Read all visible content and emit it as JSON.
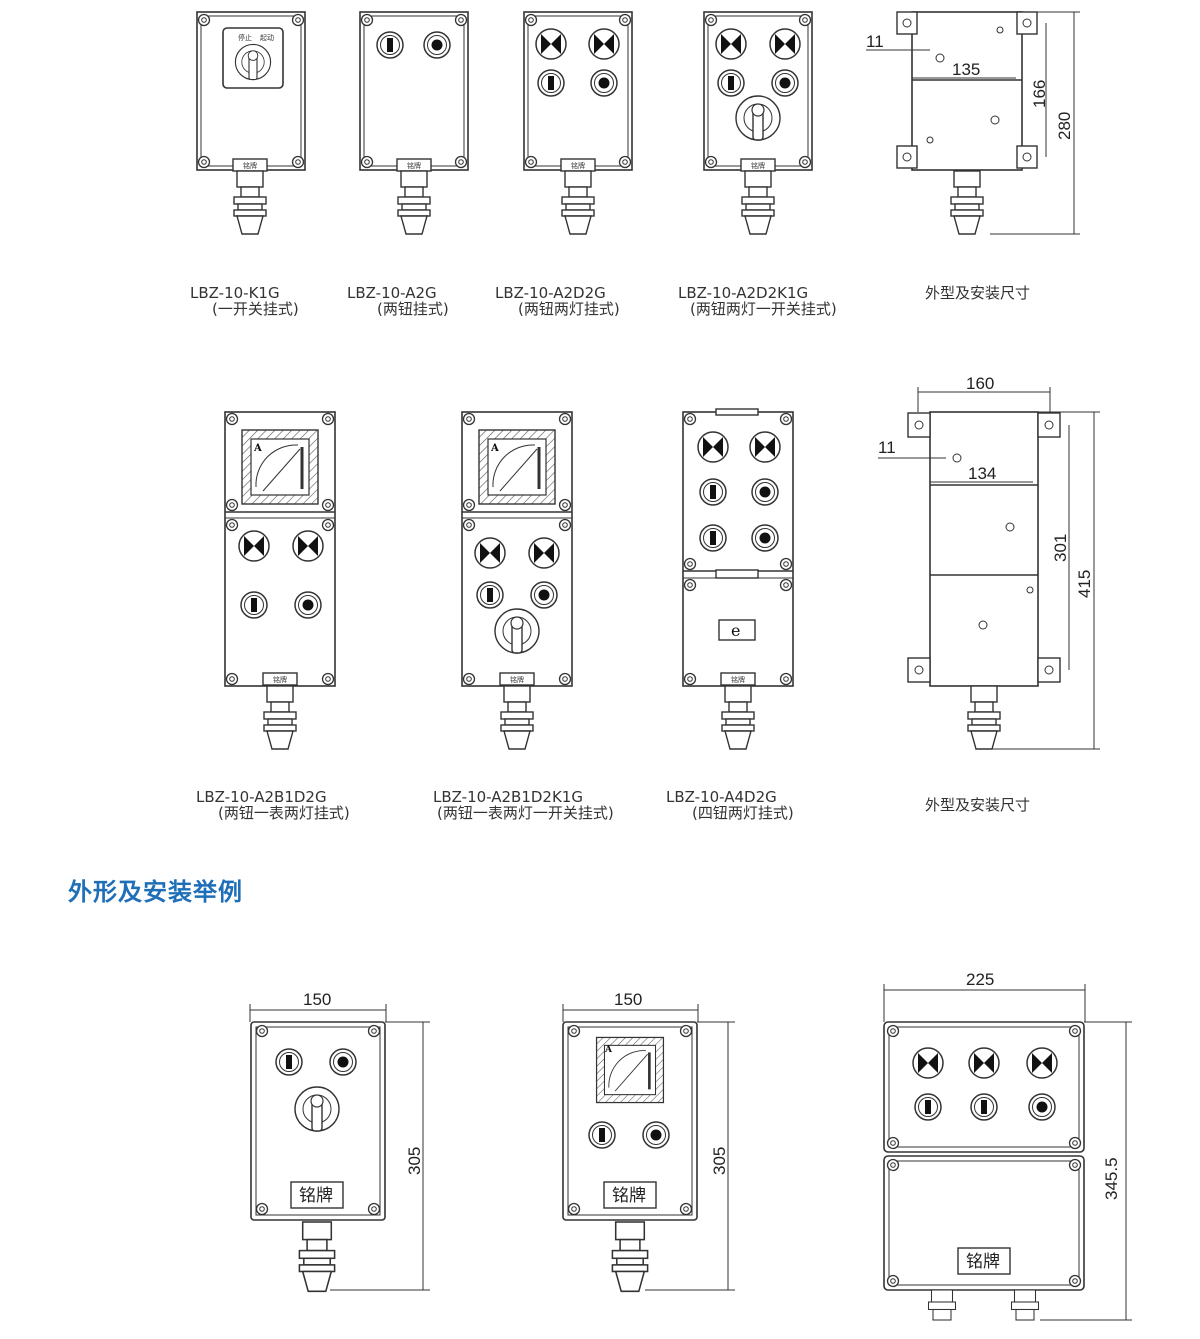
{
  "colors": {
    "line": "#333333",
    "section_title": "#1e6fb8",
    "background": "#ffffff"
  },
  "section_title": "外形及安装举例",
  "row1": {
    "products": [
      {
        "model": "LBZ-10-K1G",
        "desc": "(一开关挂式)"
      },
      {
        "model": "LBZ-10-A2G",
        "desc": "(两钮挂式)"
      },
      {
        "model": "LBZ-10-A2D2G",
        "desc": "(两钮两灯挂式)"
      },
      {
        "model": "LBZ-10-A2D2K1G",
        "desc": "(两钮两灯一开关挂式)"
      }
    ],
    "outline_label": "外型及安装尺寸",
    "outline_dims": {
      "d11": "11",
      "d135": "135",
      "d166": "166",
      "d280": "280"
    },
    "switch_labels": {
      "stop": "停止",
      "start": "起动"
    }
  },
  "row2": {
    "products": [
      {
        "model": "LBZ-10-A2B1D2G",
        "desc": "(两钮一表两灯挂式)"
      },
      {
        "model": "LBZ-10-A2B1D2K1G",
        "desc": "(两钮一表两灯一开关挂式)"
      },
      {
        "model": "LBZ-10-A4D2G",
        "desc": "(四钮两灯挂式)"
      }
    ],
    "outline_label": "外型及安装尺寸",
    "outline_dims": {
      "d160": "160",
      "d11": "11",
      "d134": "134",
      "d301": "301",
      "d415": "415"
    },
    "meter_unit": "A",
    "e_mark": "e"
  },
  "nameplate_small": "铭牌",
  "examples": [
    {
      "width": "150",
      "height": "305",
      "nameplate": "铭牌"
    },
    {
      "width": "150",
      "height": "305",
      "nameplate": "铭牌",
      "meter_unit": "A"
    },
    {
      "width": "225",
      "height": "345.5",
      "nameplate": "铭牌"
    }
  ]
}
